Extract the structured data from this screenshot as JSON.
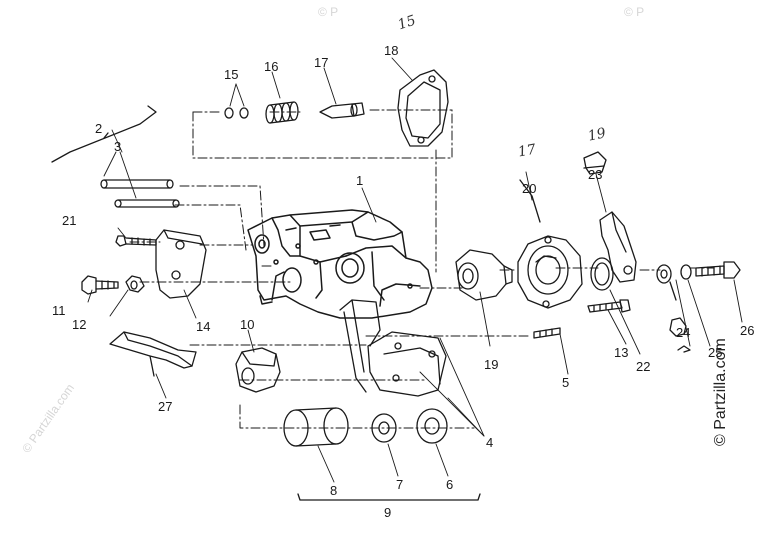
{
  "diagram": {
    "callouts": [
      {
        "id": "c1",
        "text": "1"
      },
      {
        "id": "c2",
        "text": "2"
      },
      {
        "id": "c3",
        "text": "3"
      },
      {
        "id": "c4",
        "text": "4"
      },
      {
        "id": "c5",
        "text": "5"
      },
      {
        "id": "c6",
        "text": "6"
      },
      {
        "id": "c7",
        "text": "7"
      },
      {
        "id": "c8",
        "text": "8"
      },
      {
        "id": "c9",
        "text": "9"
      },
      {
        "id": "c10",
        "text": "10"
      },
      {
        "id": "c11",
        "text": "11"
      },
      {
        "id": "c12",
        "text": "12"
      },
      {
        "id": "c13",
        "text": "13"
      },
      {
        "id": "c14",
        "text": "14"
      },
      {
        "id": "c15",
        "text": "15"
      },
      {
        "id": "c16",
        "text": "16"
      },
      {
        "id": "c17",
        "text": "17"
      },
      {
        "id": "c18",
        "text": "18"
      },
      {
        "id": "c19",
        "text": "19"
      },
      {
        "id": "c20",
        "text": "20"
      },
      {
        "id": "c21",
        "text": "21"
      },
      {
        "id": "c22",
        "text": "22"
      },
      {
        "id": "c23",
        "text": "23"
      },
      {
        "id": "c24",
        "text": "24"
      },
      {
        "id": "c25",
        "text": "25"
      },
      {
        "id": "c26",
        "text": "26"
      },
      {
        "id": "c27",
        "text": "27"
      }
    ],
    "handwritten": {
      "near18": "15",
      "near20": "17",
      "near23": "19"
    },
    "copyright": "© Partzilla.com",
    "watermarks": [
      "© Partzilla.com",
      "© P",
      "© P"
    ]
  },
  "colors": {
    "ink": "#1a1a1a",
    "watermark": "#d6d6d6",
    "background": "#ffffff"
  }
}
